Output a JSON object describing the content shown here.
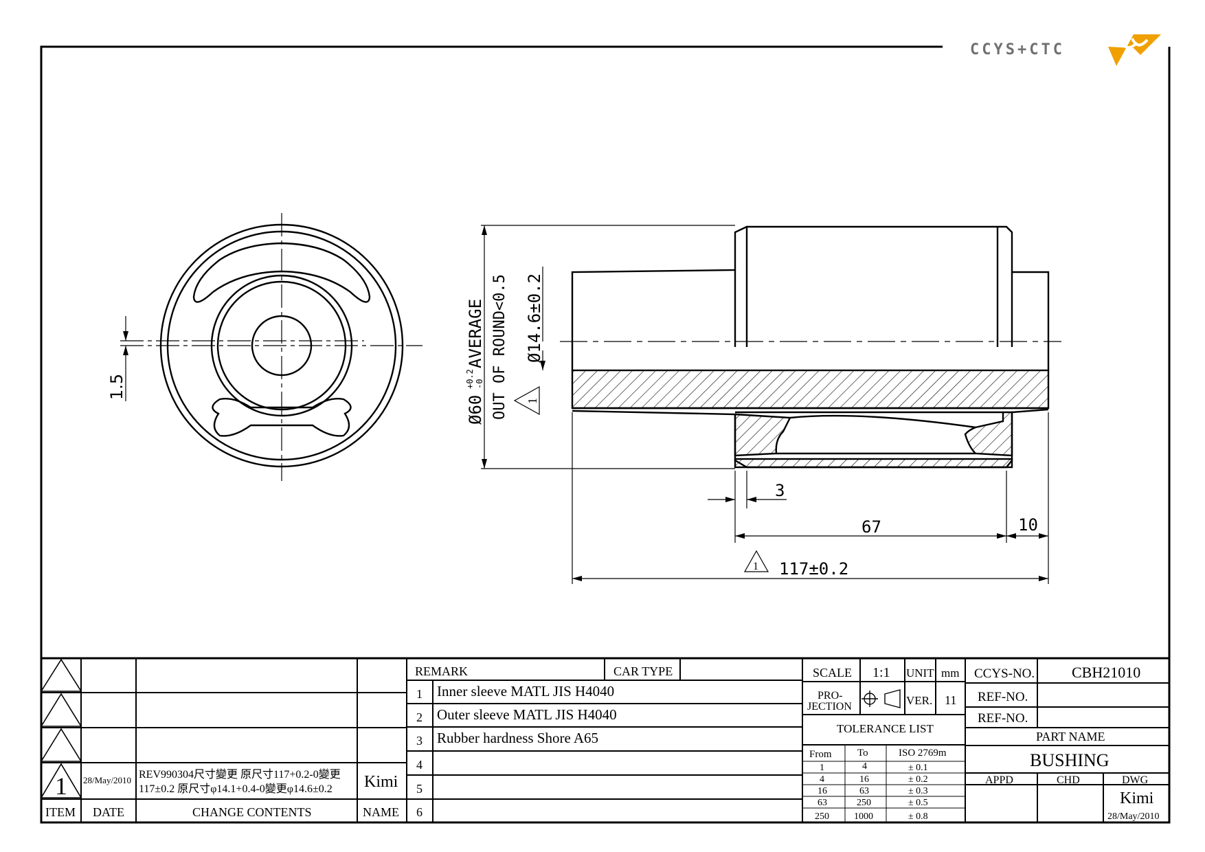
{
  "logo": {
    "text": "CCYS+CTC",
    "accent": "#f0a000"
  },
  "front_view": {
    "dim_offset": "1.5"
  },
  "side_view": {
    "dim_outer_diameter": "Ø60",
    "dim_outer_tol_plus": "+0.2",
    "dim_outer_tol_minus": "-0",
    "dim_outer_note": "AVERAGE",
    "dim_round_note": "OUT OF ROUND<0.5",
    "dim_inner_diameter": "Ø14.6±0.2",
    "dim_inner_rev": "1",
    "dim_step": "3",
    "dim_sleeve_len": "67",
    "dim_end": "10",
    "dim_total_len": "117±0.2",
    "dim_total_rev": "1"
  },
  "revision_block": {
    "rows": [
      {
        "item": "",
        "date": "",
        "contents": "",
        "name": ""
      },
      {
        "item": "",
        "date": "",
        "contents": "",
        "name": ""
      },
      {
        "item": "",
        "date": "",
        "contents": "",
        "name": ""
      },
      {
        "item": "1",
        "date": "28/May/2010",
        "contents_line1": "REV990304尺寸變更 原尺寸117+0.2-0變更",
        "contents_line2": "117±0.2 原尺寸φ14.1+0.4-0變更φ14.6±0.2",
        "name": "Kimi"
      }
    ],
    "headers": {
      "item": "ITEM",
      "date": "DATE",
      "contents": "CHANGE CONTENTS",
      "name": "NAME"
    }
  },
  "remarks": {
    "header": "REMARK",
    "car_type_label": "CAR TYPE",
    "car_type_value": "",
    "items": [
      {
        "no": "1",
        "text": "Inner sleeve MATL JIS H4040"
      },
      {
        "no": "2",
        "text": "Outer sleeve MATL JIS H4040"
      },
      {
        "no": "3",
        "text": "Rubber hardness Shore A65"
      },
      {
        "no": "4",
        "text": ""
      },
      {
        "no": "5",
        "text": ""
      },
      {
        "no": "6",
        "text": ""
      }
    ]
  },
  "info": {
    "scale_label": "SCALE",
    "scale_value": "1:1",
    "unit_label": "UNIT",
    "unit_value": "mm",
    "projection_label_1": "PRO-",
    "projection_label_2": "JECTION",
    "ver_label": "VER.",
    "ver_value": "11"
  },
  "tolerance": {
    "title": "TOLERANCE LIST",
    "headers": [
      "From",
      "To",
      "ISO 2769m"
    ],
    "rows": [
      [
        "1",
        "4",
        "± 0.1"
      ],
      [
        "4",
        "16",
        "± 0.2"
      ],
      [
        "16",
        "63",
        "± 0.3"
      ],
      [
        "63",
        "250",
        "± 0.5"
      ],
      [
        "250",
        "1000",
        "± 0.8"
      ]
    ]
  },
  "title_block": {
    "ccys_no_label": "CCYS-NO.",
    "ccys_no_value": "CBH21010",
    "ref_no_label_1": "REF-NO.",
    "ref_no_value_1": "",
    "ref_no_label_2": "REF-NO.",
    "ref_no_value_2": "",
    "part_name_label": "PART NAME",
    "part_name_value": "BUSHING",
    "appd_label": "APPD",
    "chd_label": "CHD",
    "dwg_label": "DWG",
    "dwg_name": "Kimi",
    "dwg_date": "28/May/2010"
  }
}
